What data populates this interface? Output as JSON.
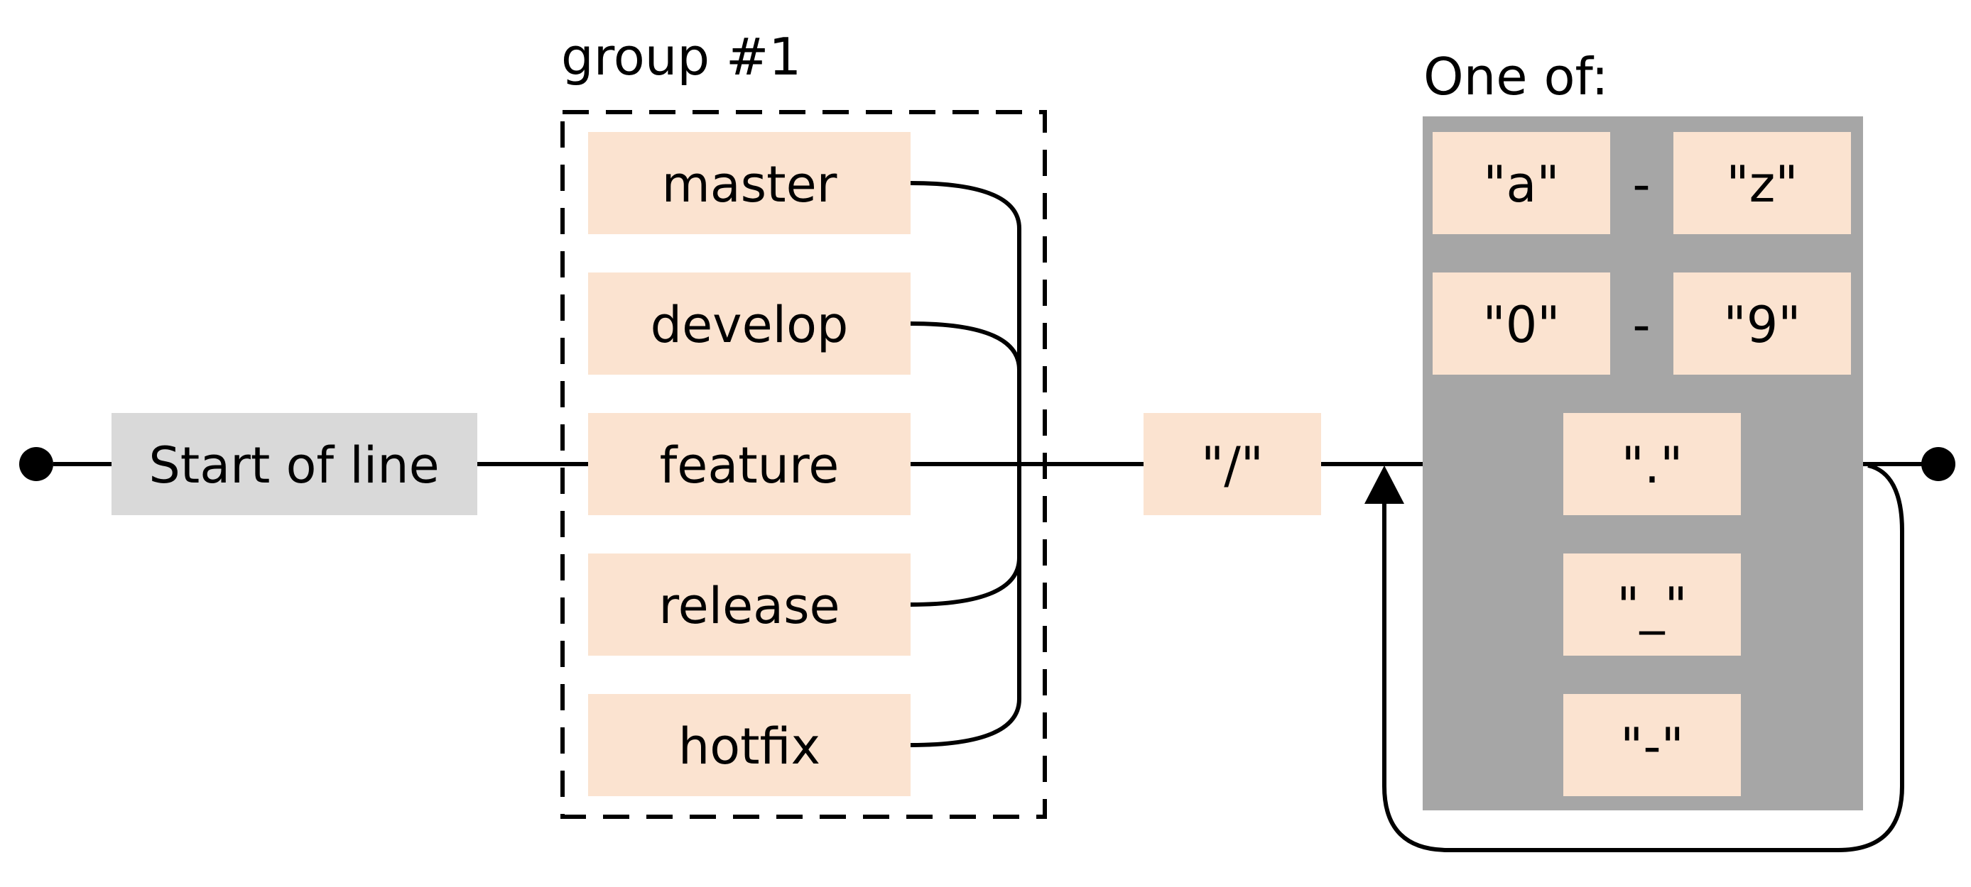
{
  "diagram": {
    "type": "regex-railroad",
    "start": {
      "label": "Start of line"
    },
    "group": {
      "title": "group #1",
      "options": [
        "master",
        "develop",
        "feature",
        "release",
        "hotfix"
      ]
    },
    "separator": {
      "label": "\"/\""
    },
    "char_class": {
      "title": "One of:",
      "range_rows": [
        {
          "from": "\"a\"",
          "dash": "-",
          "to": "\"z\""
        },
        {
          "from": "\"0\"",
          "dash": "-",
          "to": "\"9\""
        }
      ],
      "single_chars": [
        "\".\"",
        "\"_\"",
        "\"-\""
      ]
    },
    "colors": {
      "node_fill": "#fbe3d0",
      "class_fill": "#a6a6a6",
      "start_fill": "#d9d9d9",
      "line": "#000000"
    }
  }
}
